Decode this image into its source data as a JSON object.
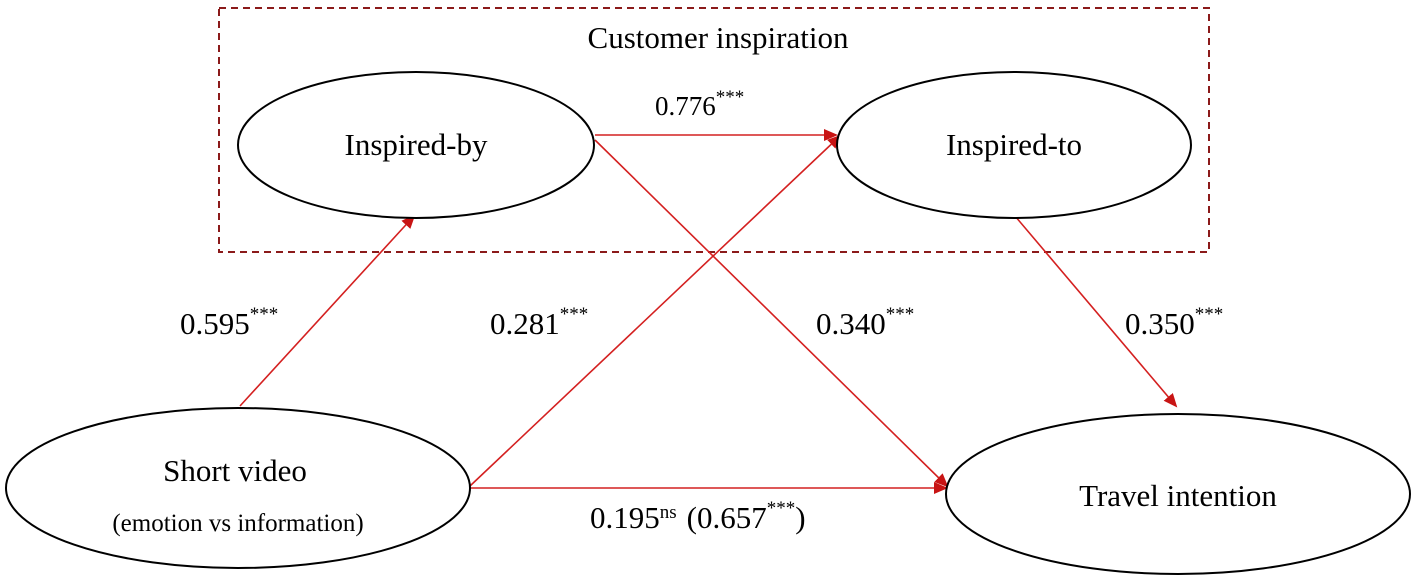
{
  "group": {
    "title": "Customer inspiration",
    "border_color": "#8B1A1A"
  },
  "nodes": {
    "inspired_by": {
      "label": "Inspired-by"
    },
    "inspired_to": {
      "label": "Inspired-to"
    },
    "short_video": {
      "label": "Short video",
      "sublabel": "(emotion vs information)"
    },
    "travel_intention": {
      "label": "Travel intention"
    }
  },
  "paths": {
    "by_to": {
      "value": "0.776",
      "sig": "***"
    },
    "video_by": {
      "value": "0.595",
      "sig": "***"
    },
    "video_to": {
      "value": "0.281",
      "sig": "***"
    },
    "by_travel": {
      "value": "0.340",
      "sig": "***"
    },
    "to_travel": {
      "value": "0.350",
      "sig": "***"
    },
    "video_travel": {
      "value": "0.195",
      "sig": "ns",
      "total_open": "(0.657",
      "total_sig": "***",
      "total_close": ")"
    }
  },
  "colors": {
    "arrow": "#D42020",
    "ellipse_stroke": "#000000"
  }
}
